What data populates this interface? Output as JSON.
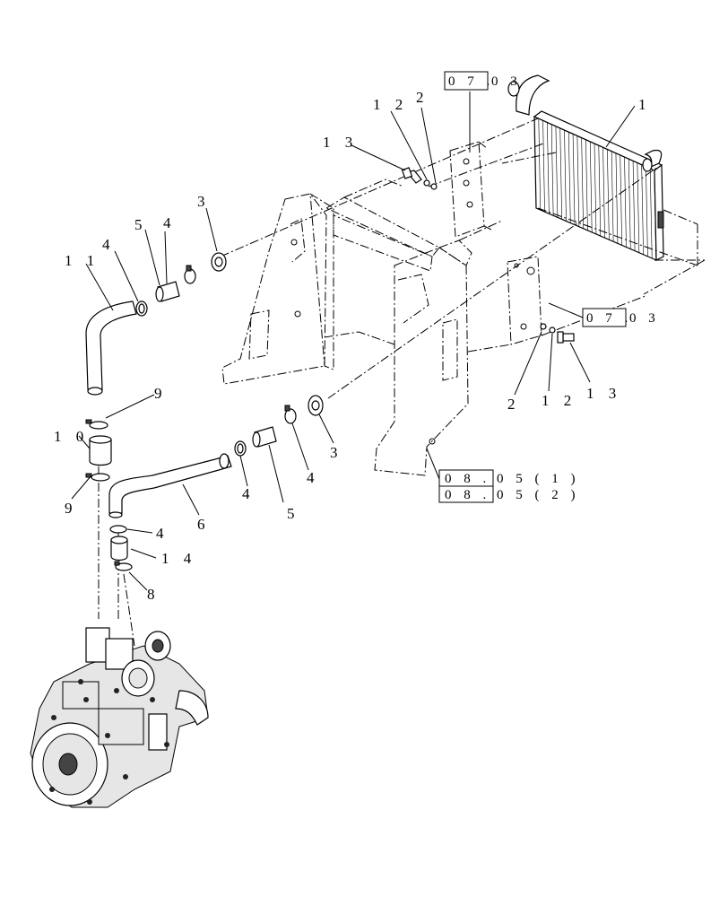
{
  "callouts": {
    "c1": "1",
    "c2a": "2",
    "c12a": "1 2",
    "c13a": "1 3",
    "c3a": "3",
    "c4a": "4",
    "c5a": "5",
    "c4b": "4",
    "c11": "1 1",
    "c9a": "9",
    "c10": "1 0",
    "c9b": "9",
    "c4c": "4",
    "c5b": "5",
    "c4d": "4",
    "c3b": "3",
    "c6": "6",
    "c4e": "4",
    "c14": "1 4",
    "c8": "8",
    "c2b": "2",
    "c12b": "1 2",
    "c13b": "1 3"
  },
  "refs": {
    "r1_box": "0 7 .",
    "r1_tail": "0 3",
    "r2_box": "0 7 .",
    "r2_tail": "0 3",
    "r3_box": "0 8 .",
    "r3_tail": "0 5 ( 1 )",
    "r4_box": "0 8 .",
    "r4_tail": "0 5 ( 2 )"
  }
}
